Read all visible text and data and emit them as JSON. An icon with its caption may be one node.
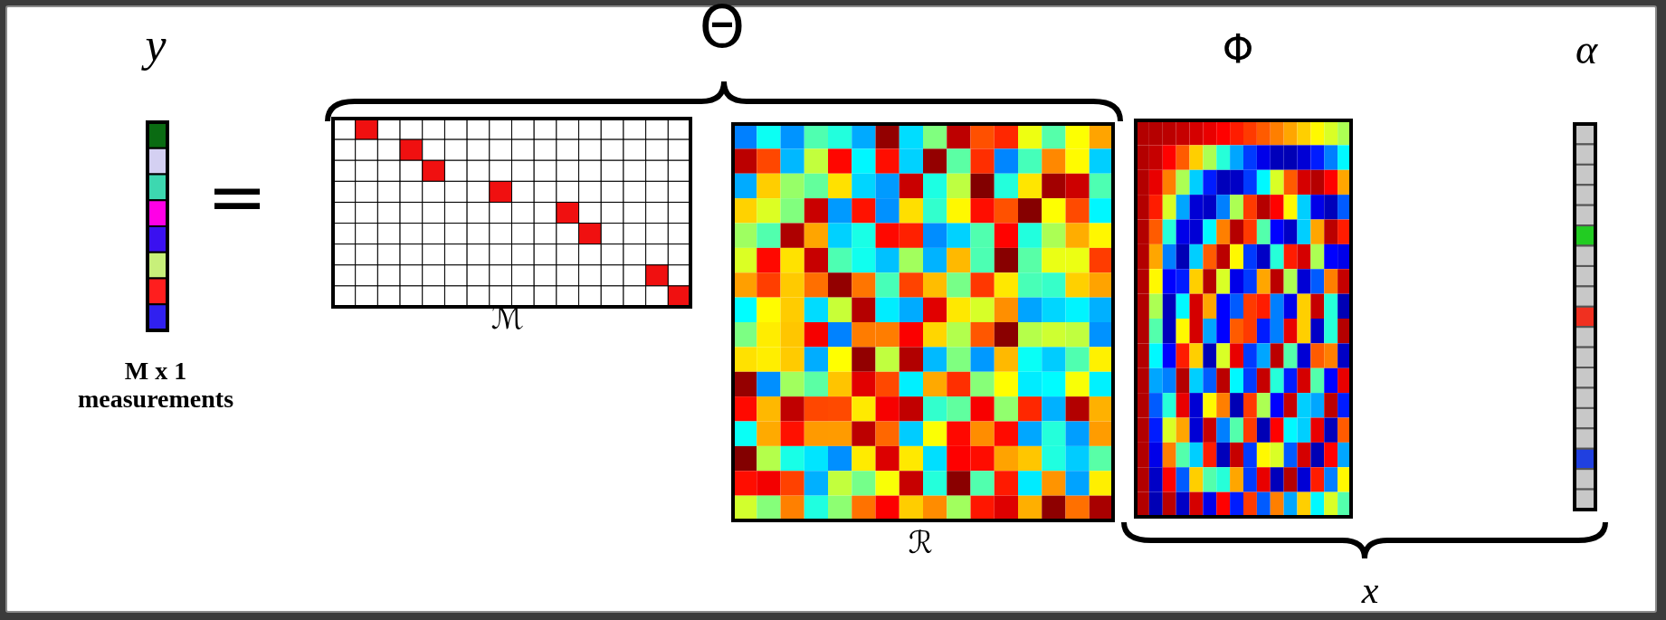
{
  "diagram": {
    "labels": [
      "Θ",
      "y",
      "Φ",
      "α",
      "=",
      "ℳ",
      "M x 1 measurements",
      "ℛ",
      "x"
    ]
  }
}
